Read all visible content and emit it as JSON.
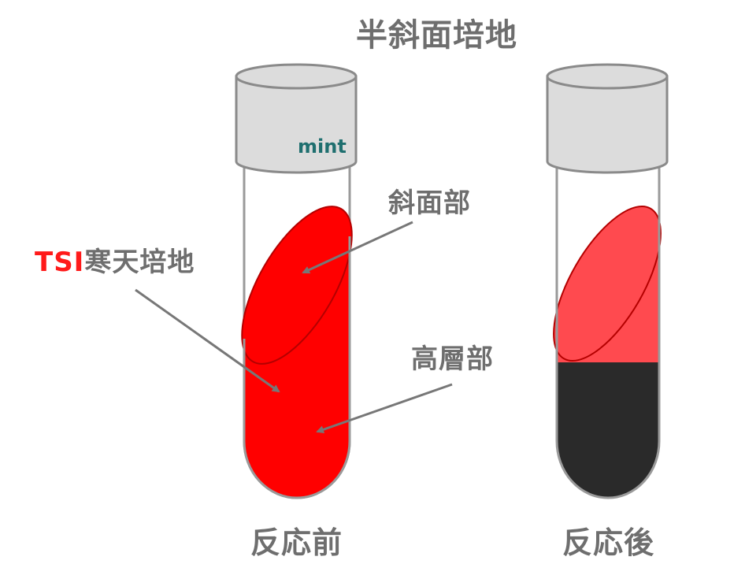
{
  "title": "半斜面培地",
  "brand": "mint",
  "labels": {
    "slant": "斜面部",
    "butt": "高層部",
    "medium_prefix": "TSI",
    "medium_suffix": "寒天培地",
    "before": "反応前",
    "after": "反応後"
  },
  "colors": {
    "medium_red": "#ff0000",
    "slant_after": "#ff4a4f",
    "butt_after": "#2a2a2a",
    "cap": "#dcdcdc",
    "tsi_text": "#ff1a1a",
    "label_gray": "#6e6e6e",
    "arrow_gray": "#777777"
  }
}
